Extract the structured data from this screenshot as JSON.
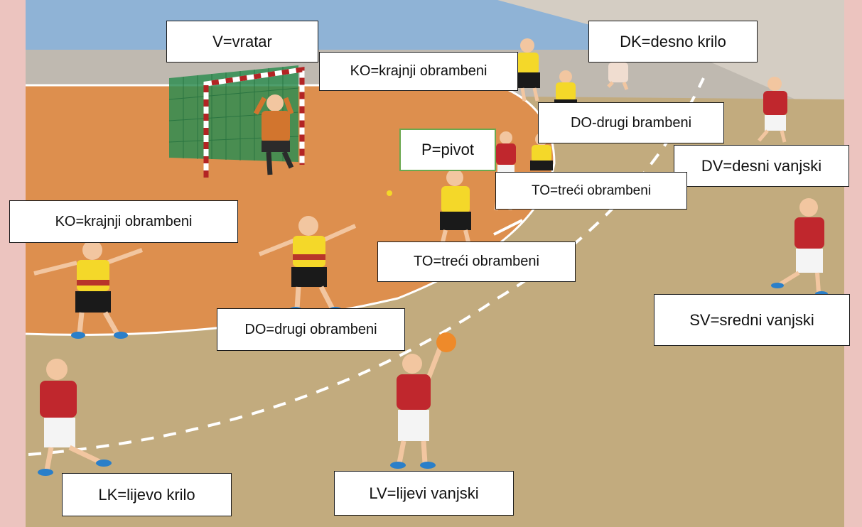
{
  "labels": {
    "goalkeeper": "V=vratar",
    "edge_defender_top": "KO=krajnji obrambeni",
    "right_wing": "DK=desno krilo",
    "second_defender_top": "DO-drugi brambeni",
    "pivot": "P=pivot",
    "right_back": "DV=desni vanjski",
    "third_defender_right": "TO=treći obrambeni",
    "edge_defender_left": "KO=krajnji obrambeni",
    "third_defender_center": "TO=treći obrambeni",
    "centre_back": "SV=sredni vanjski",
    "second_defender_left": "DO=drugi obrambeni",
    "left_wing": "LK=lijevo krilo",
    "left_back": "LV=lijevi vanjski"
  },
  "colors": {
    "court_floor": "#c2ab7e",
    "goal_area": "#dd8f4e",
    "back_wall": "#bfb9b0",
    "sky": "#8fb3d6",
    "side_wall": "#ecc4bf",
    "attacker_shirt": "#c0272d",
    "defender_shirt": "#f4d829",
    "goalkeeper_shirt": "#d2752e",
    "goal_net": "#2f8d52",
    "label_border_pivot": "#6aa84f"
  }
}
